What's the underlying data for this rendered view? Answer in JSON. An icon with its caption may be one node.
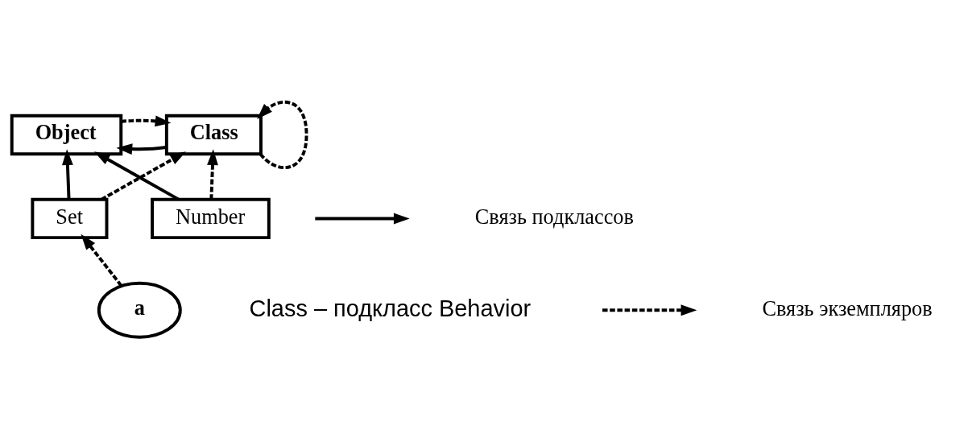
{
  "diagram": {
    "nodes": [
      {
        "text": [
          "Object"
        ]
      },
      {
        "text": [
          "Class"
        ]
      },
      {
        "text": [
          "Set"
        ]
      },
      {
        "text": [
          "Number"
        ]
      },
      {
        "text": [
          "a"
        ]
      }
    ],
    "edges": [
      {
        "from": 0,
        "to": 1,
        "arrow": "to",
        "style": "dashed"
      },
      {
        "from": 1,
        "to": 0,
        "arrow": "to"
      },
      {
        "from": 1,
        "to": 1,
        "arrow": "to",
        "style": "dashed"
      },
      {
        "from": 2,
        "to": 0,
        "arrow": "to"
      },
      {
        "from": 2,
        "to": 1,
        "arrow": "to",
        "style": "dashed"
      },
      {
        "from": 3,
        "to": 0,
        "arrow": "to"
      },
      {
        "from": 3,
        "to": 1,
        "arrow": "to",
        "style": "dashed"
      },
      {
        "from": 4,
        "to": 2,
        "arrow": "to",
        "style": "dashed"
      }
    ],
    "labels": [
      "Class – подкласс Behavior"
    ],
    "legend": [
      {
        "text": "Связь подклассов"
      },
      {
        "text": "Связь экземпляров"
      }
    ]
  }
}
